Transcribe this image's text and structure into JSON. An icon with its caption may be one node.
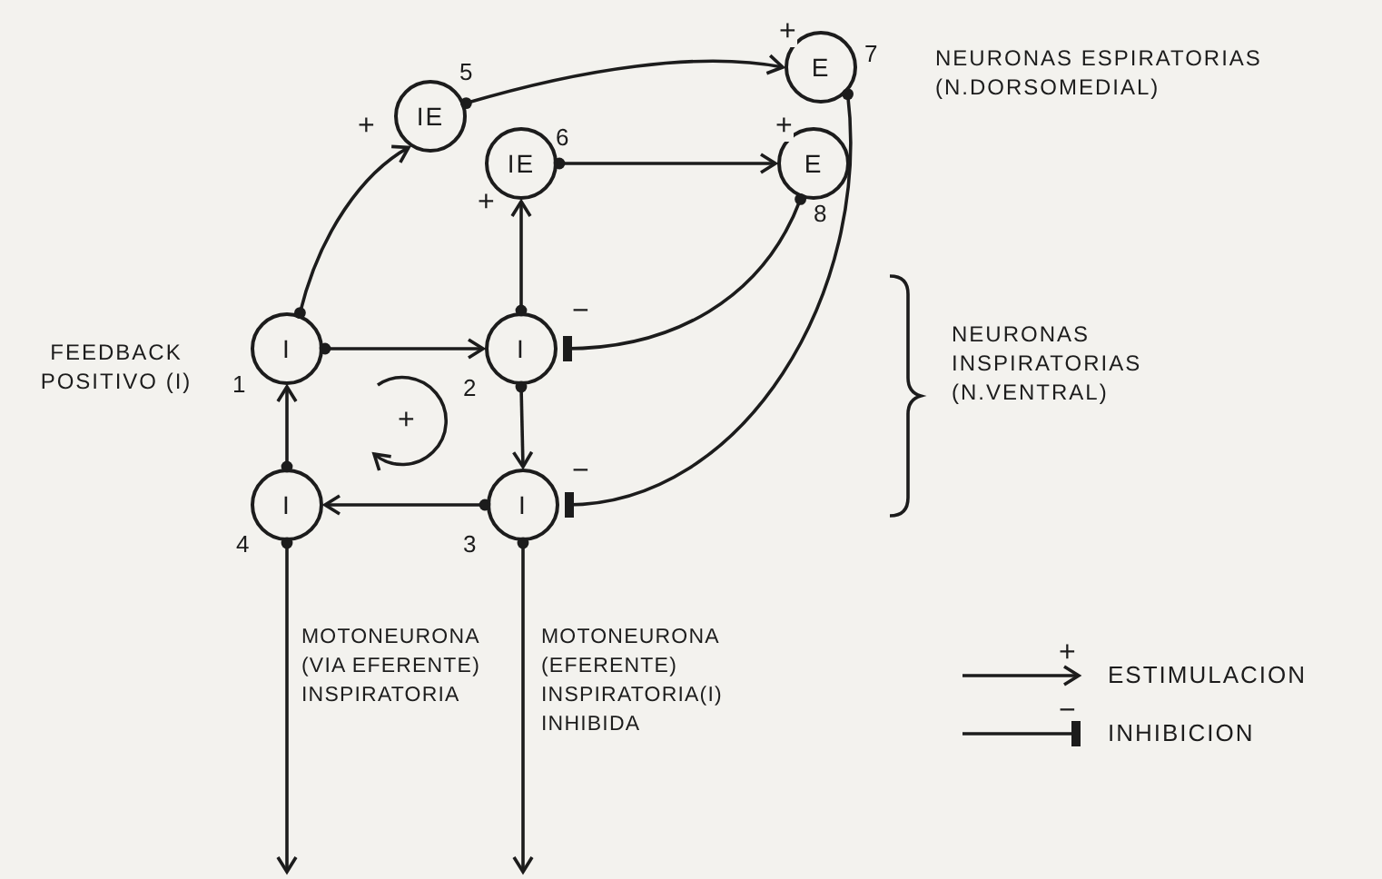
{
  "diagram": {
    "nodes": [
      {
        "text": [
          "IE"
        ],
        "beside": [
          "5"
        ]
      },
      {
        "text": [
          "IE"
        ],
        "beside": [
          "6"
        ]
      },
      {
        "text": [
          "E"
        ],
        "beside": [
          "7"
        ]
      },
      {
        "text": [
          "E"
        ],
        "beside": [
          "8"
        ]
      },
      {
        "text": [
          "I"
        ],
        "beside": [
          "1"
        ]
      },
      {
        "text": [
          "I"
        ],
        "beside": [
          "2"
        ]
      },
      {
        "text": [
          "I"
        ],
        "beside": [
          "3"
        ]
      },
      {
        "text": [
          "I"
        ],
        "beside": [
          "4"
        ]
      }
    ],
    "edges": [
      {
        "from": 4,
        "to": 0,
        "arrow": "to",
        "label": "+"
      },
      {
        "from": 0,
        "to": 2,
        "arrow": "to",
        "label": "+"
      },
      {
        "from": 5,
        "to": 1,
        "arrow": "to",
        "label": "+"
      },
      {
        "from": 1,
        "to": 3,
        "arrow": "to",
        "label": "+"
      },
      {
        "from": 2,
        "to": 6,
        "arrow": "other",
        "label": "−"
      },
      {
        "from": 3,
        "to": 5,
        "arrow": "other",
        "label": "−"
      },
      {
        "from": 4,
        "to": 5,
        "arrow": "to"
      },
      {
        "from": 5,
        "to": 6,
        "arrow": "to"
      },
      {
        "from": 6,
        "to": 7,
        "arrow": "to"
      },
      {
        "from": 7,
        "to": 4,
        "arrow": "to"
      },
      {
        "from": 7,
        "to": null,
        "arrow": "to"
      },
      {
        "from": 6,
        "to": null,
        "arrow": "to"
      }
    ],
    "labels": [
      "NEURONAS ESPIRATORIAS (N.DORSOMEDIAL)",
      "FEEDBACK POSITIVO (I)",
      "+",
      "NEURONAS INSPIRATORIAS (N.VENTRAL)",
      "MOTONEURONA (VIA EFERENTE) INSPIRATORIA",
      "MOTONEURONA (EFERENTE) INSPIRATORIA(I) INHIBIDA",
      "+",
      "−"
    ],
    "legend": [
      {
        "text": "ESTIMULACION"
      },
      {
        "text": "INHIBICION"
      }
    ]
  }
}
